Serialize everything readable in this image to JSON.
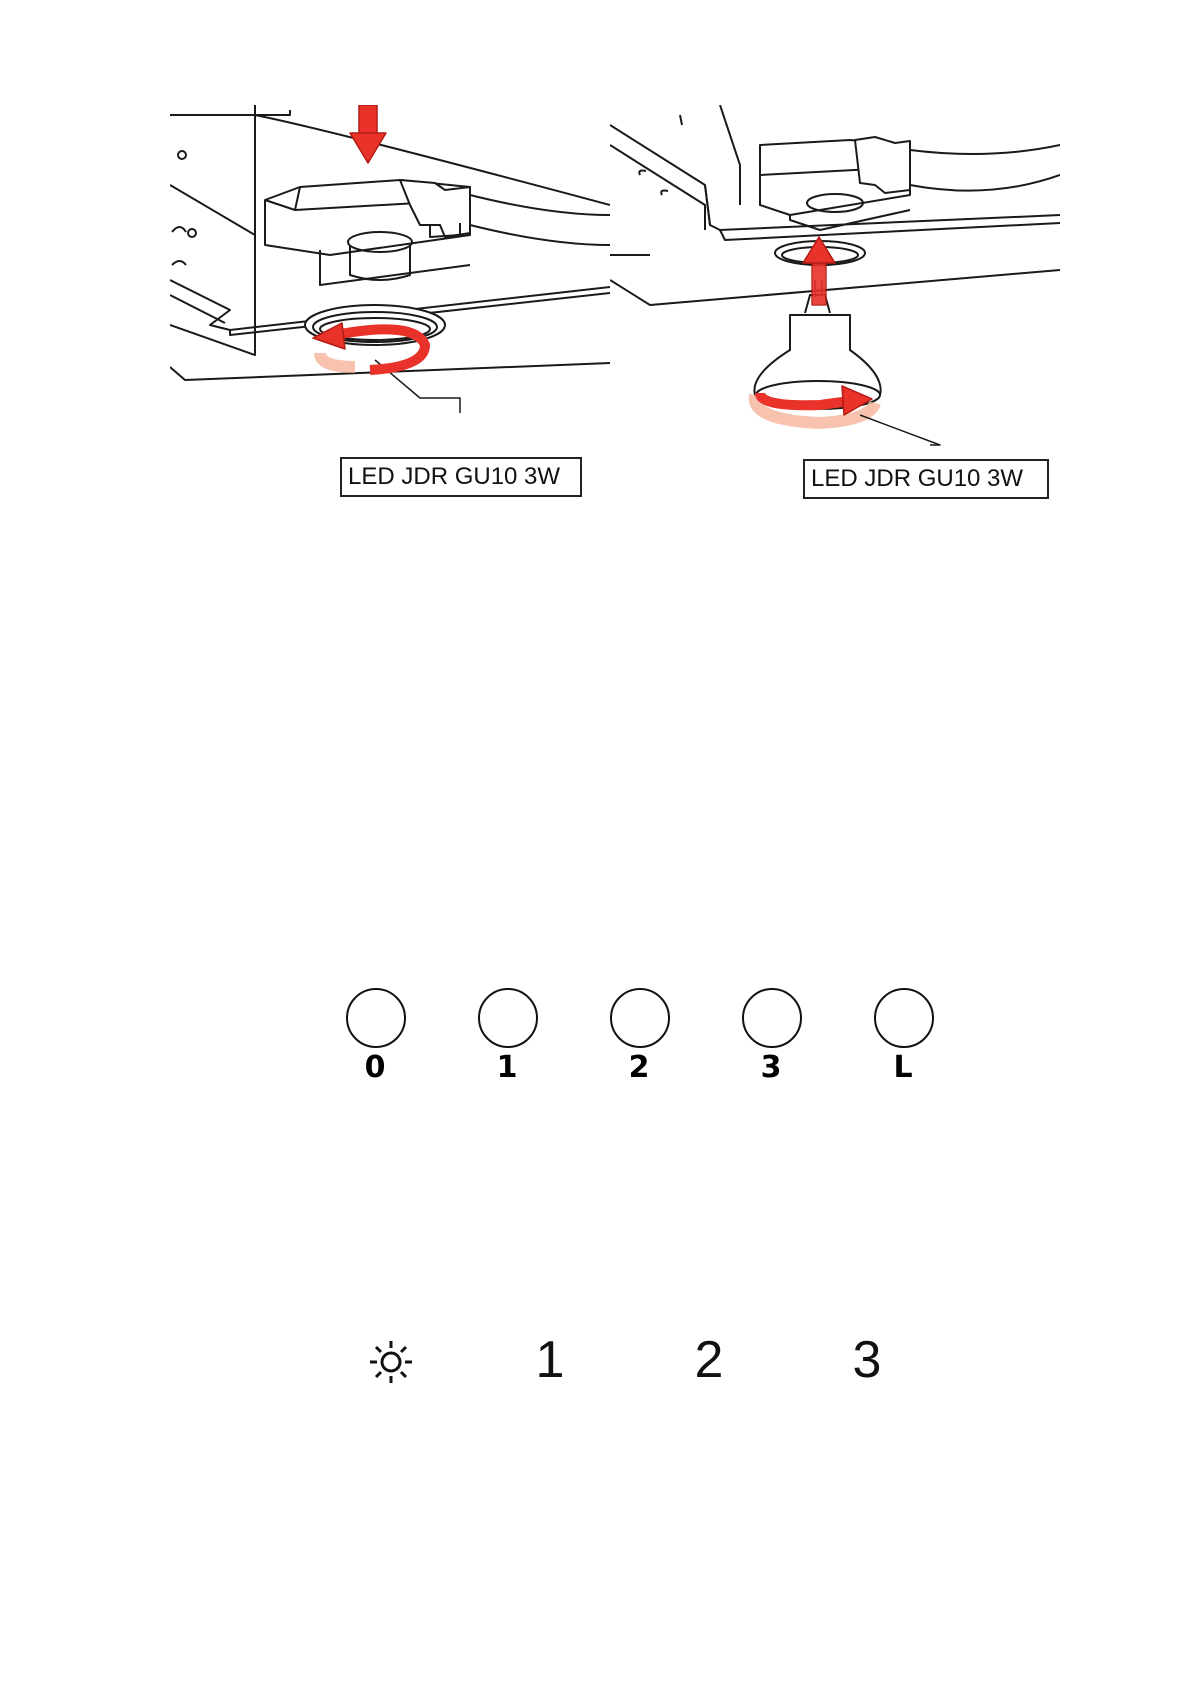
{
  "illustrations": {
    "left": {
      "label": "LED JDR GU10 3W"
    },
    "right": {
      "label": "LED JDR GU10 3W"
    }
  },
  "colors": {
    "arrow": "#e8322a",
    "line": "#1a1a1a"
  },
  "button_panel": {
    "buttons": [
      {
        "caption": "0"
      },
      {
        "caption": "1"
      },
      {
        "caption": "2"
      },
      {
        "caption": "3"
      },
      {
        "caption": "L"
      }
    ]
  },
  "switch_row": {
    "light_icon": "sun-icon",
    "speeds": [
      "1",
      "2",
      "3"
    ]
  }
}
